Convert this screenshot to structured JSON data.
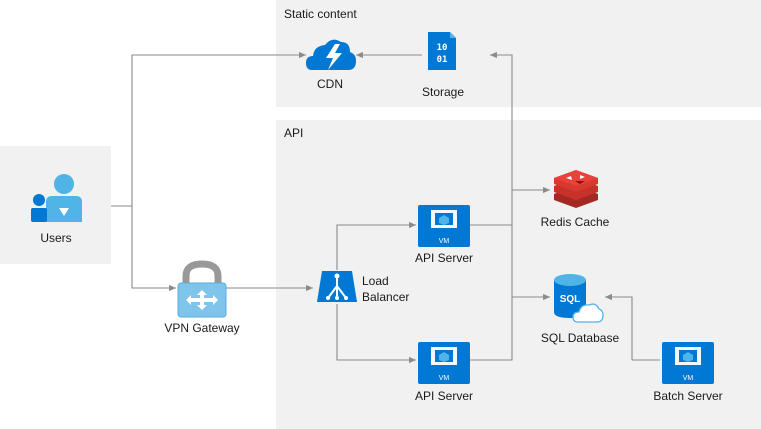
{
  "groups": {
    "static": {
      "label": "Static content"
    },
    "api": {
      "label": "API"
    }
  },
  "nodes": {
    "users": {
      "label": "Users",
      "icon": "user-group-icon"
    },
    "cdn": {
      "label": "CDN",
      "icon": "cloud-bolt-icon"
    },
    "storage": {
      "label": "Storage",
      "icon": "binary-file-icon"
    },
    "vpn": {
      "label": "VPN Gateway",
      "icon": "padlock-gateway-icon"
    },
    "lb": {
      "label_line1": "Load",
      "label_line2": "Balancer",
      "icon": "load-balancer-icon"
    },
    "api1": {
      "label": "API Server",
      "icon": "vm-monitor-icon",
      "badge": "VM"
    },
    "api2": {
      "label": "API Server",
      "icon": "vm-monitor-icon",
      "badge": "VM"
    },
    "redis": {
      "label": "Redis Cache",
      "icon": "redis-icon"
    },
    "sql": {
      "label": "SQL Database",
      "icon": "sql-database-icon",
      "badge": "SQL"
    },
    "batch": {
      "label": "Batch Server",
      "icon": "vm-monitor-icon",
      "badge": "VM"
    }
  },
  "storage_bits": {
    "line1": "10",
    "line2": "01"
  },
  "colors": {
    "group_fill": "#f1f1f1",
    "azure_blue": "#0078d4",
    "light_blue": "#50b4e6",
    "redis_red": "#c8302a",
    "lock_gray": "#999999",
    "edge_gray": "#8a8a8a"
  }
}
